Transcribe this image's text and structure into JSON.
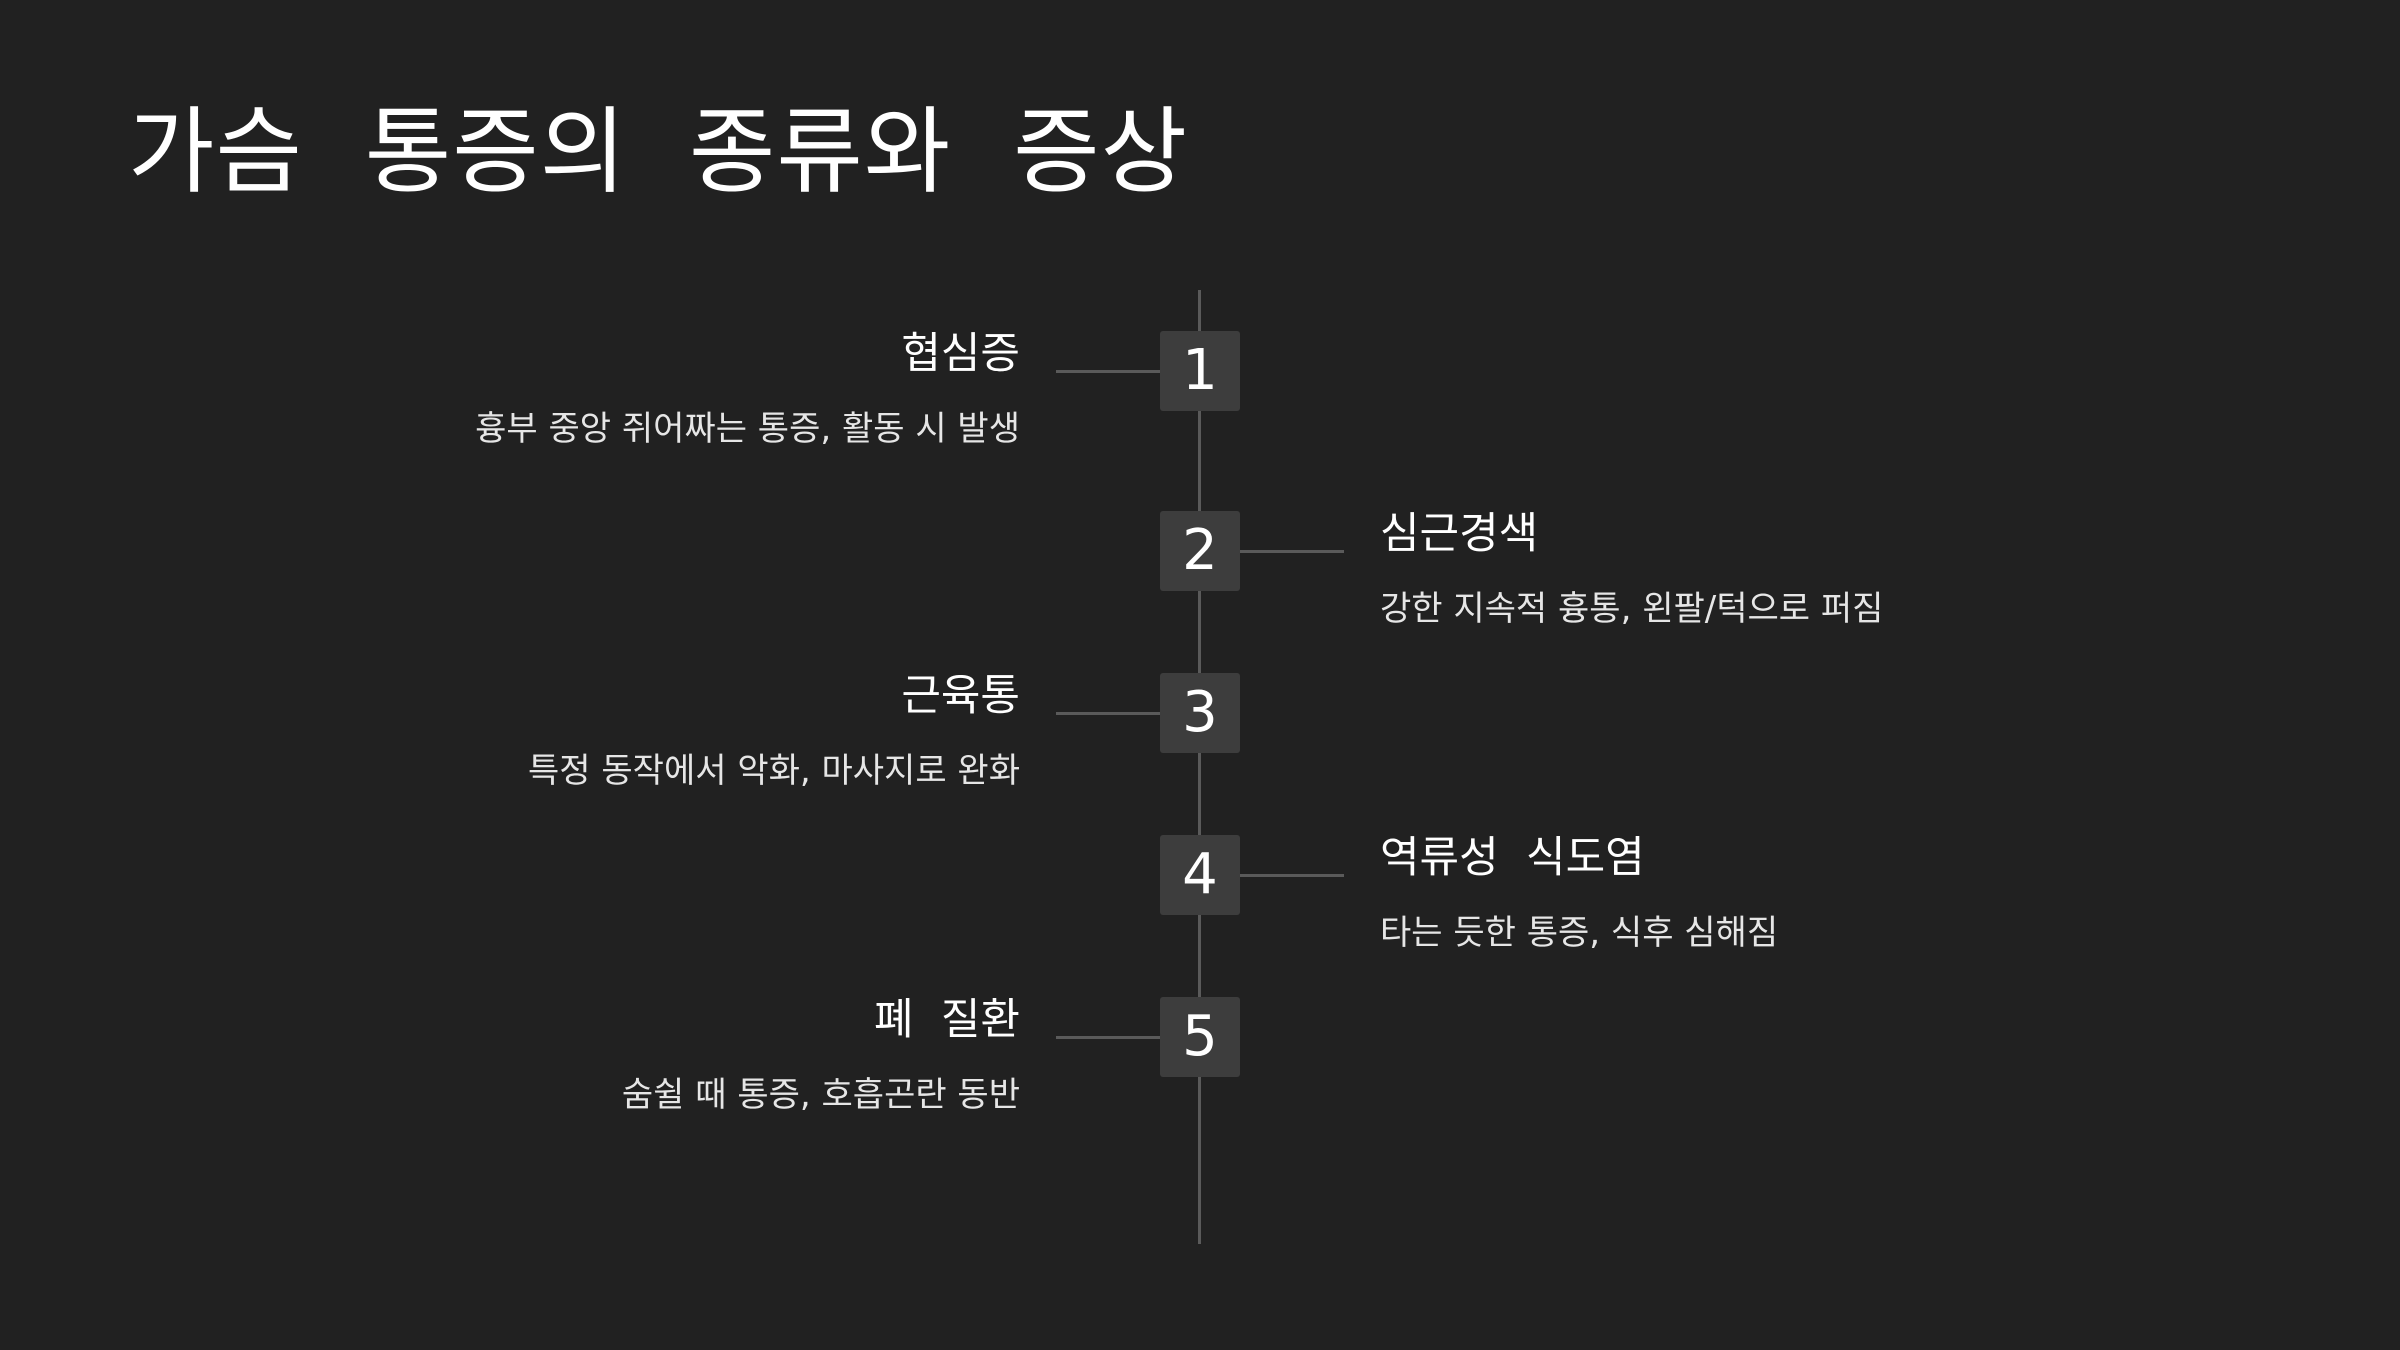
{
  "title": "가슴  통증의  종류와  증상",
  "steps": [
    {
      "number": "1",
      "title": "협심증",
      "description": "흉부 중앙 쥐어짜는 통증, 활동 시 발생",
      "side": "left"
    },
    {
      "number": "2",
      "title": "심근경색",
      "description": "강한 지속적 흉통, 왼팔/턱으로 퍼짐",
      "side": "right"
    },
    {
      "number": "3",
      "title": "근육통",
      "description": "특정 동작에서 악화, 마사지로 완화",
      "side": "left"
    },
    {
      "number": "4",
      "title": "역류성  식도염",
      "description": "타는 듯한 통증, 식후 심해짐",
      "side": "right"
    },
    {
      "number": "5",
      "title": "폐  질환",
      "description": "숨쉴 때 통증, 호흡곤란 동반",
      "side": "left"
    }
  ],
  "colors": {
    "background": "#212121",
    "box": "#3d3d3d",
    "line": "#5a5a5a",
    "text": "#ffffff"
  }
}
